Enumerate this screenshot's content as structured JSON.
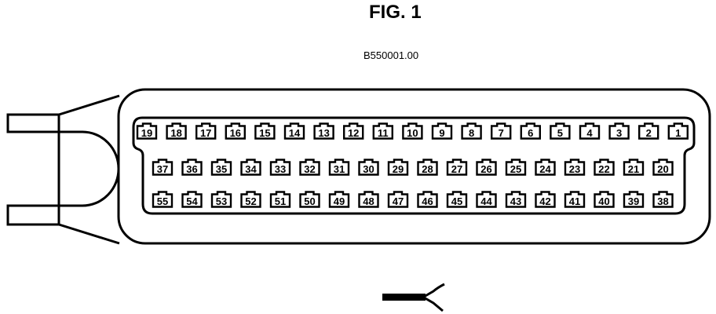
{
  "figure": {
    "title": "FIG. 1",
    "reference_code": "B550001.00"
  },
  "connector": {
    "rows": [
      {
        "name": "top",
        "pins": [
          "19",
          "18",
          "17",
          "16",
          "15",
          "14",
          "13",
          "12",
          "11",
          "10",
          "9",
          "8",
          "7",
          "6",
          "5",
          "4",
          "3",
          "2",
          "1"
        ]
      },
      {
        "name": "middle",
        "pins": [
          "37",
          "36",
          "35",
          "34",
          "33",
          "32",
          "31",
          "30",
          "29",
          "28",
          "27",
          "26",
          "25",
          "24",
          "23",
          "22",
          "21",
          "20"
        ]
      },
      {
        "name": "bottom",
        "pins": [
          "55",
          "54",
          "53",
          "52",
          "51",
          "50",
          "49",
          "48",
          "47",
          "46",
          "45",
          "44",
          "43",
          "42",
          "41",
          "40",
          "39",
          "38"
        ]
      }
    ]
  }
}
